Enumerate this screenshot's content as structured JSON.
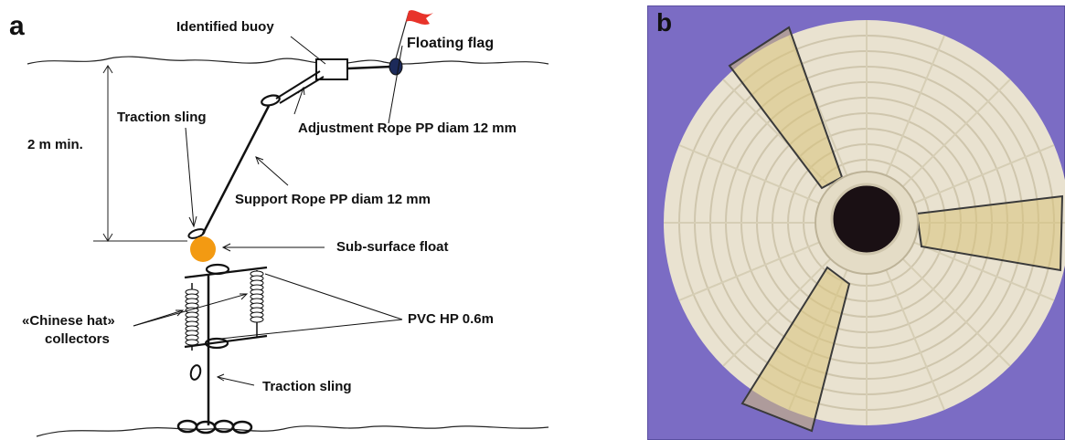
{
  "panel_a": {
    "letter": "a",
    "labels": {
      "identified_buoy": "Identified buoy",
      "floating_flag": "Floating flag",
      "traction_sling_top": "Traction sling",
      "adjustment_rope": "Adjustment Rope PP diam 12 mm",
      "min_depth": "2 m min.",
      "support_rope": "Support Rope PP diam 12 mm",
      "subsurface_float": "Sub-surface float",
      "chinese_hat_line1": "«Chinese hat»",
      "chinese_hat_line2": "collectors",
      "pvc": "PVC HP 0.6m",
      "traction_sling_bottom": "Traction sling"
    },
    "colors": {
      "flag": "#e8332a",
      "float": "#f39a12",
      "buoy_ball": "#1c2a5a"
    }
  },
  "panel_b": {
    "letter": "b",
    "colors": {
      "background": "#7b6cc4",
      "collector": "#e9e2d0",
      "highlight": "#d9c27a"
    }
  }
}
